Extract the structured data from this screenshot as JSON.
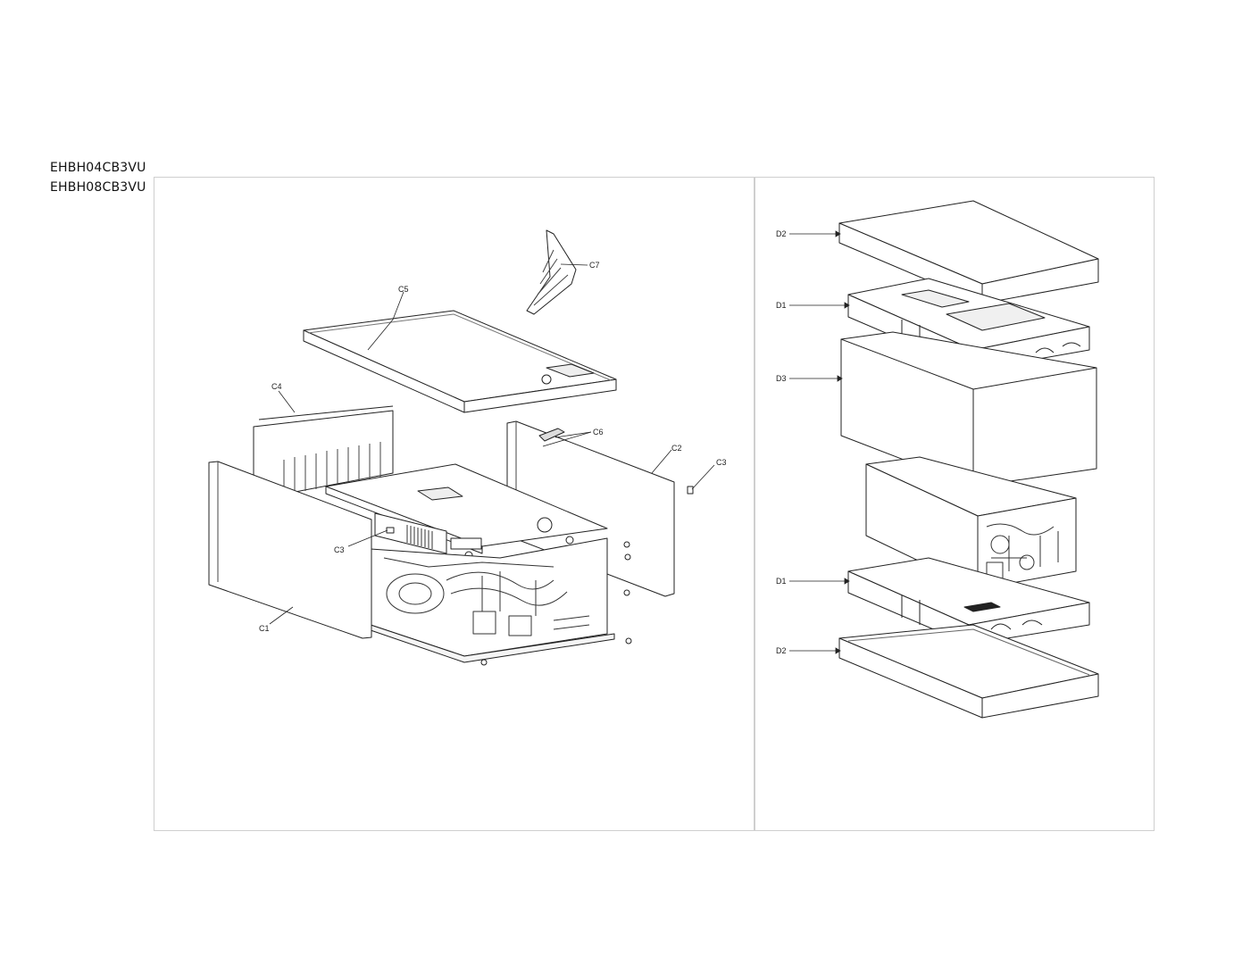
{
  "models": [
    "EHBH04CB3VU",
    "EHBH08CB3VU"
  ],
  "exploded_view": {
    "labels": {
      "C1": "C1",
      "C2": "C2",
      "C3_right": "C3",
      "C3_left": "C3",
      "C4": "C4",
      "C5": "C5",
      "C6": "C6",
      "C7": "C7"
    }
  },
  "packaging_view": {
    "labels": {
      "D2_top": "D2",
      "D1_top": "D1",
      "D3": "D3",
      "D1_bottom": "D1",
      "D2_bottom": "D2"
    }
  }
}
